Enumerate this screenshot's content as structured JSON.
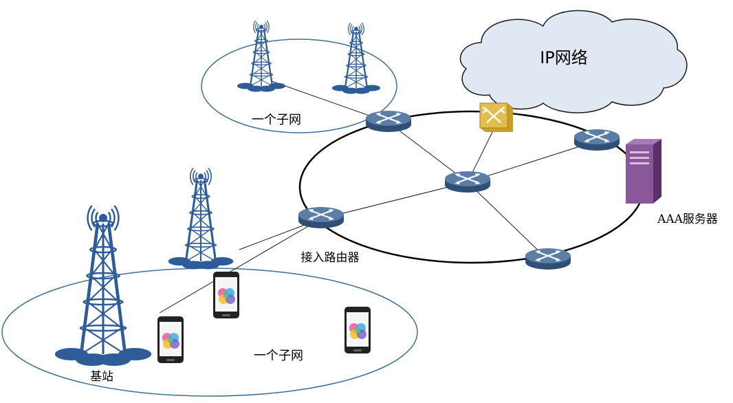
{
  "diagram": {
    "cloud_label": "IP网络",
    "subnet_top_label": "一个子网",
    "subnet_bottom_label": "一个子网",
    "access_router_label": "接入路由器",
    "aaa_server_label": "AAA服务器",
    "base_station_label": "基站"
  },
  "colors": {
    "cloud_fill": "#dfe8f3",
    "router_top": "#5b7ea6",
    "router_side": "#2f4f75",
    "tower": "#2e5c99",
    "switch": "#d8b23a",
    "server": "#7d4b8a",
    "subnet_outline": "#3d6e98",
    "ring": "#000000"
  },
  "icons": {
    "router": "router-icon",
    "switch": "switch-icon",
    "tower": "cell-tower-icon",
    "phone": "smartphone-icon",
    "server": "server-icon",
    "cloud": "cloud-icon"
  }
}
